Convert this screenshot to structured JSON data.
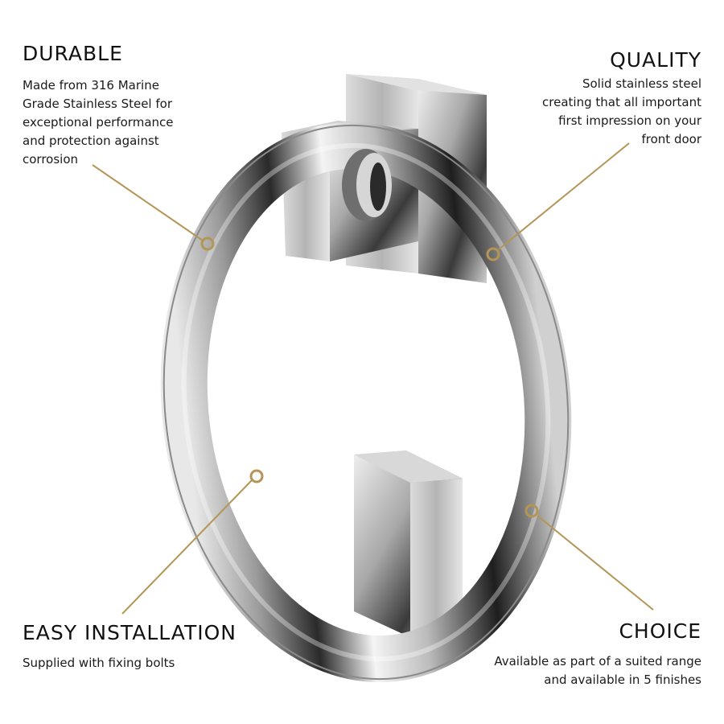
{
  "features": {
    "durable": {
      "title": "DURABLE",
      "lines": [
        "Made from 316 Marine",
        "Grade Stainless Steel for",
        "exceptional performance",
        "and protection against",
        "corrosion"
      ]
    },
    "quality": {
      "title": "QUALITY",
      "lines": [
        "Solid stainless steel",
        "creating that all important",
        "first impression on your",
        "front door"
      ]
    },
    "easy_installation": {
      "title": "EASY INSTALLATION",
      "lines": [
        "Supplied with fixing bolts"
      ]
    },
    "choice": {
      "title": "CHOICE",
      "lines": [
        "Available as part of a suited range",
        "and available in 5 finishes"
      ]
    }
  },
  "product": {
    "name": "stainless-steel-ring-door-knocker",
    "icons": [
      "callout-marker-icon"
    ]
  },
  "colors": {
    "accent_gold": "#b39656",
    "text": "#111111",
    "background": "#ffffff"
  }
}
